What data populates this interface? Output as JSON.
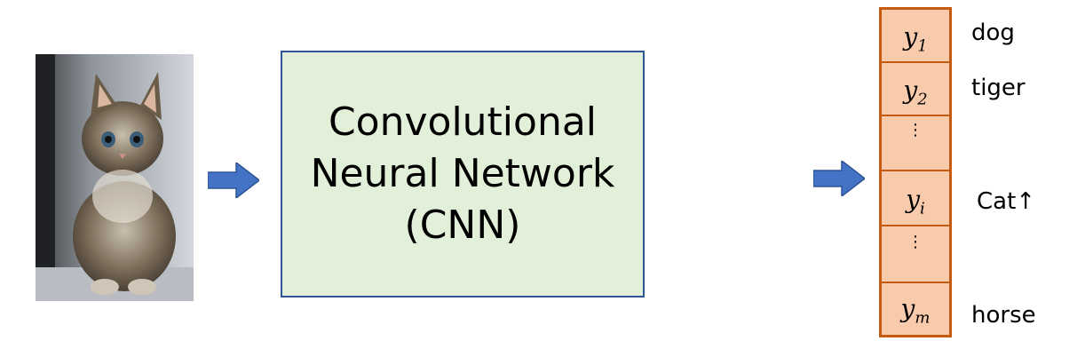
{
  "image": {
    "subject": "kitten photo"
  },
  "network": {
    "lines": [
      "Convolutional",
      "Neural Network",
      "(CNN)"
    ]
  },
  "output": {
    "cells": [
      {
        "kind": "var",
        "base": "y",
        "sub": "1",
        "label": "dog"
      },
      {
        "kind": "var",
        "base": "y",
        "sub": "2",
        "label": "tiger"
      },
      {
        "kind": "dots",
        "symbol": "⋮"
      },
      {
        "kind": "var",
        "base": "y",
        "sub": "i",
        "label": "Cat",
        "label_suffix": "↑"
      },
      {
        "kind": "dots",
        "symbol": "⋮"
      },
      {
        "kind": "var",
        "base": "y",
        "sub": "m",
        "label": "horse"
      }
    ]
  },
  "colors": {
    "arrow": "#4472c4",
    "cnn_fill": "#e2f0d9",
    "cnn_border": "#2f5597",
    "vector_fill": "#f8cbad",
    "vector_border": "#c55a11"
  },
  "icons": [
    "right-arrow-icon",
    "right-arrow-icon"
  ]
}
